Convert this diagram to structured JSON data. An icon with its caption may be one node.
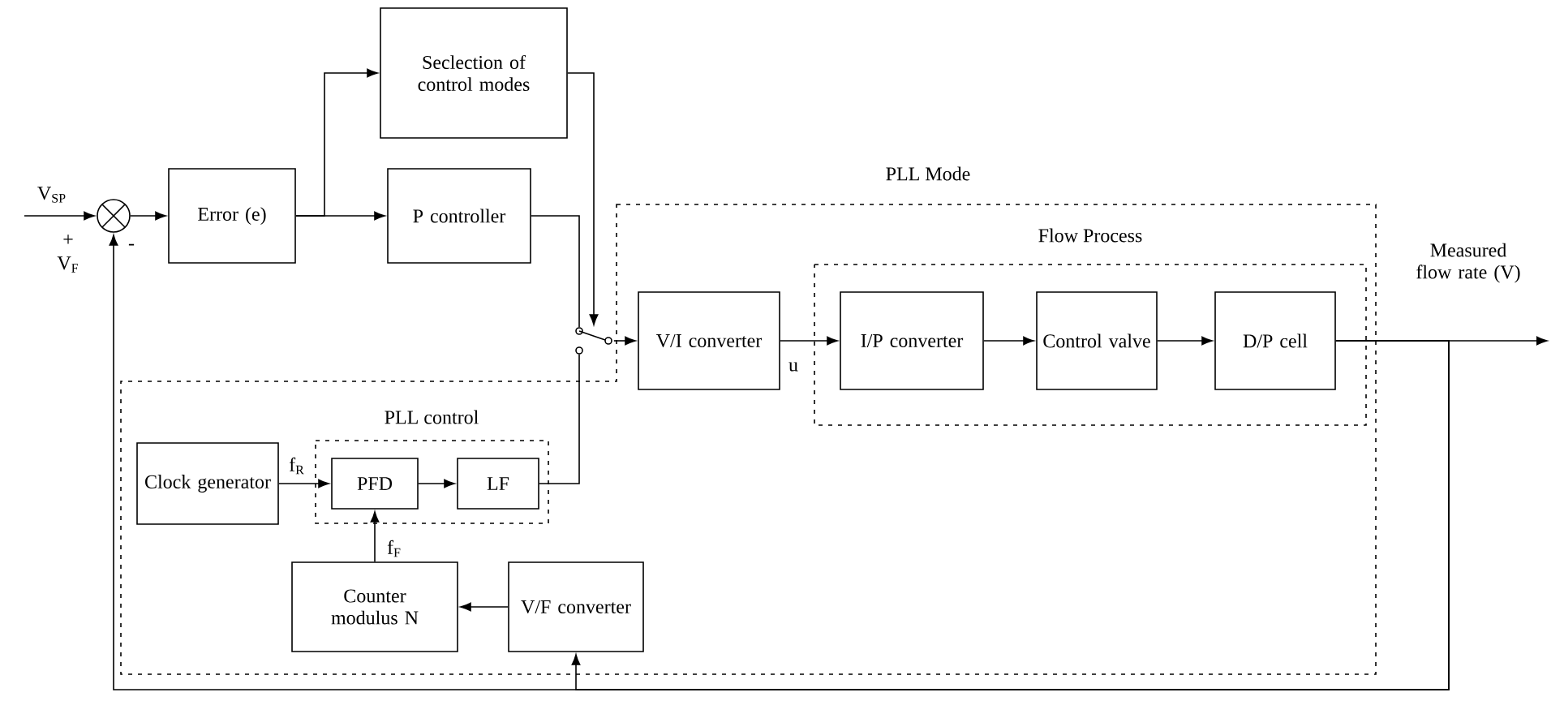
{
  "diagram": {
    "nodes": [
      {
        "text": [],
        "shape": "circle"
      },
      {
        "text": [
          "Error (e)"
        ]
      },
      {
        "text": [
          "Seclection of control modes"
        ]
      },
      {
        "text": [
          "P controller"
        ]
      },
      {
        "text": [],
        "shape": "switch"
      },
      {
        "text": [
          "PLL Mode"
        ]
      },
      {
        "text": [
          "V/I converter"
        ],
        "in": 5
      },
      {
        "text": [
          "Flow Process"
        ],
        "in": 5
      },
      {
        "text": [
          "I/P converter"
        ],
        "in": 7
      },
      {
        "text": [
          "Control valve"
        ],
        "in": 7
      },
      {
        "text": [
          "D/P cell"
        ],
        "in": 7
      },
      {
        "text": [
          "Clock generator"
        ],
        "in": 5
      },
      {
        "text": [
          "PLL control"
        ],
        "in": 5
      },
      {
        "text": [
          "PFD"
        ],
        "in": 12
      },
      {
        "text": [
          "LF"
        ],
        "in": 12
      },
      {
        "text": [
          "Counter modulus N"
        ],
        "in": 5
      },
      {
        "text": [
          "V/F converter"
        ],
        "in": 5
      }
    ],
    "edges": [
      {
        "from": null,
        "to": 0,
        "arrow": "to",
        "label": "V$_{SP}$"
      },
      {
        "from": 0,
        "to": 1,
        "arrow": "to"
      },
      {
        "from": 1,
        "to": 2,
        "arrow": "to"
      },
      {
        "from": 1,
        "to": 3,
        "arrow": "to"
      },
      {
        "from": 3,
        "to": 4,
        "arrow": "none"
      },
      {
        "from": 2,
        "to": 4,
        "arrow": "to"
      },
      {
        "from": 14,
        "to": 4,
        "arrow": "none"
      },
      {
        "from": 4,
        "to": 6,
        "arrow": "to"
      },
      {
        "from": 6,
        "to": 8,
        "arrow": "to",
        "label": "u"
      },
      {
        "from": 8,
        "to": 9,
        "arrow": "to"
      },
      {
        "from": 9,
        "to": 10,
        "arrow": "to"
      },
      {
        "from": 10,
        "to": null,
        "arrow": "to",
        "label": "Measured flow rate (V)"
      },
      {
        "from": 10,
        "to": 0,
        "arrow": "to"
      },
      {
        "from": 10,
        "to": 16,
        "arrow": "to"
      },
      {
        "from": 16,
        "to": 15,
        "arrow": "to"
      },
      {
        "from": 15,
        "to": 13,
        "arrow": "to",
        "label": "f$_{F}$"
      },
      {
        "from": 11,
        "to": 13,
        "arrow": "to",
        "label": "f$_{R}$"
      },
      {
        "from": 13,
        "to": 14,
        "arrow": "to"
      }
    ],
    "labels": [
      "+",
      "V$_{F}$",
      "-"
    ]
  }
}
